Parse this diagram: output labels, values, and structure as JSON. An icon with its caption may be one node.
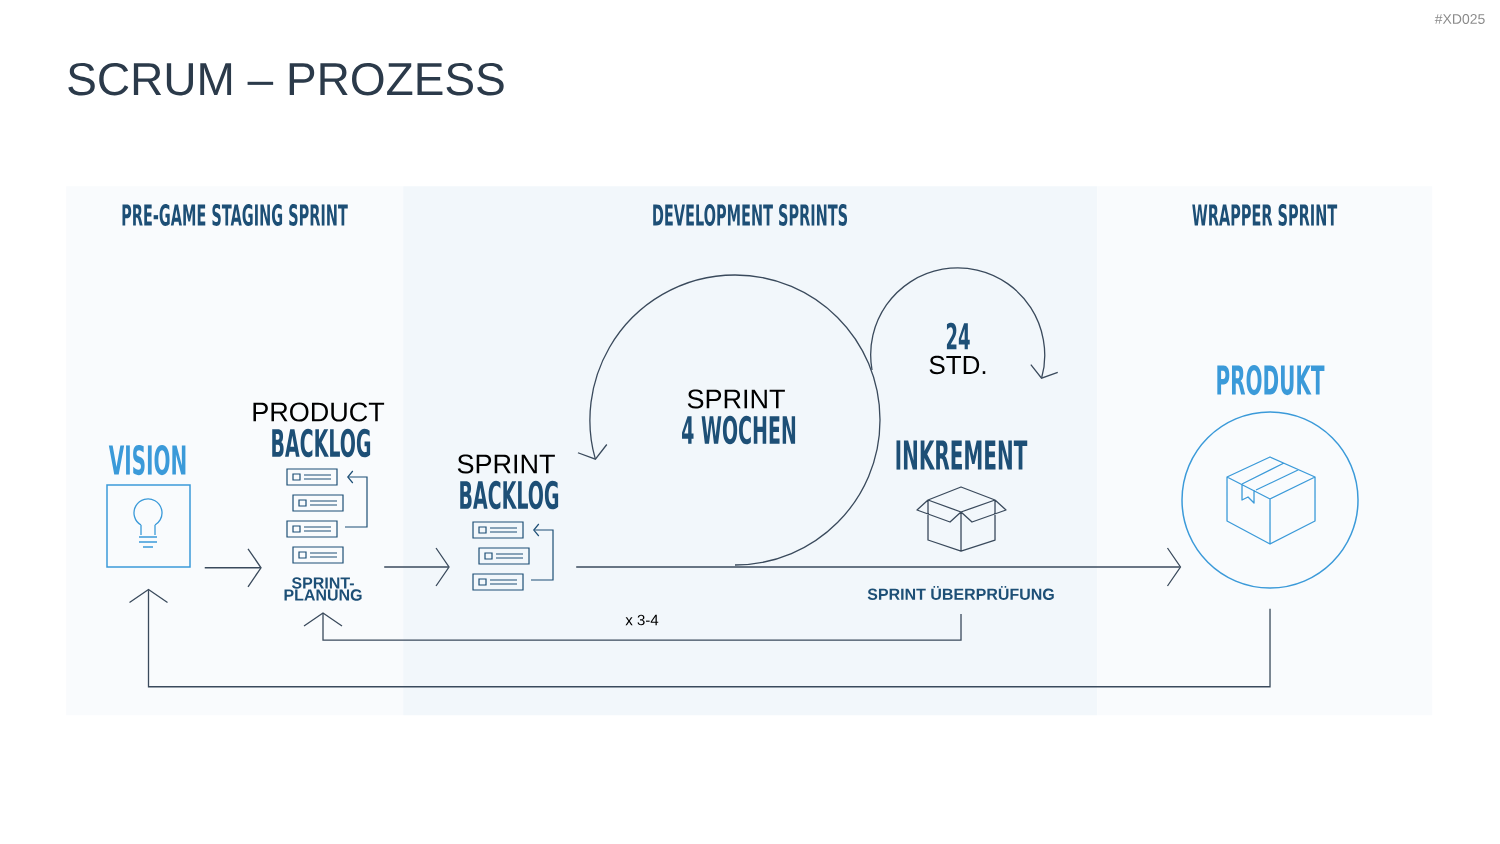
{
  "diagram": {
    "title": "SCRUM – PROZESS",
    "nodes": [
      {
        "text": [
          "PRE-GAME STAGING SPRINT"
        ]
      },
      {
        "text": [
          "DEVELOPMENT SPRINTS"
        ]
      },
      {
        "text": [
          "WRAPPER SPRINT"
        ]
      },
      {
        "text": [
          "VISION"
        ],
        "in": 0
      },
      {
        "text": [
          "PRODUCT",
          "BACKLOG",
          "SPRINT- PLANUNG"
        ],
        "in": 0
      },
      {
        "text": [
          "SPRINT",
          "BACKLOG"
        ],
        "in": 1
      },
      {
        "text": [
          "SPRINT",
          "4 WOCHEN"
        ],
        "in": 1
      },
      {
        "text": [
          "24",
          "STD."
        ],
        "in": 1
      },
      {
        "text": [
          "INKREMENT"
        ],
        "in": 1
      },
      {
        "text": [
          "SPRINT ÜBERPRÜFUNG"
        ],
        "in": 1
      },
      {
        "text": [
          "PRODUKT"
        ],
        "in": 2
      }
    ],
    "edges": [
      {
        "from": 3,
        "to": 4,
        "arrow": "to"
      },
      {
        "from": 4,
        "to": 5,
        "arrow": "to"
      },
      {
        "from": 5,
        "to": 10,
        "arrow": "to"
      },
      {
        "from": 9,
        "to": 4,
        "arrow": "to",
        "label": "x 3-4"
      },
      {
        "from": 10,
        "to": 3,
        "arrow": "to"
      }
    ],
    "labels": [
      "#XD025"
    ]
  }
}
